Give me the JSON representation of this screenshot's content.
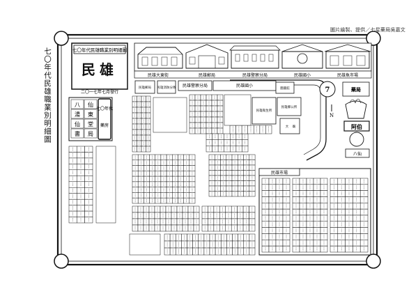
{
  "credit": "圖片繪製、提供／七星藥局吳嘉文",
  "side_title": "七〇年代民雄職業別明細圖",
  "title_block": {
    "banner": "七〇年代民雄職業別明細圖",
    "place": "民雄",
    "issued": "二〇一七年七月發行",
    "stamp_era": "七〇年代",
    "stamp_shop": "藥房"
  },
  "buildings": [
    {
      "label": "民雄大東街"
    },
    {
      "label": "民雄郵局"
    },
    {
      "label": "民雄警察分局"
    },
    {
      "label": "民雄國小"
    },
    {
      "label": "民雄魚市場"
    }
  ],
  "map_labels": {
    "post_office": "民雄郵局",
    "fire_dept": "民雄消防分隊",
    "police": "民雄警察分局",
    "school": "民雄國小",
    "library": "圖書館",
    "health": "民雄衛生所",
    "township_office": "民雄鄉公所",
    "theater": "大",
    "temple": "廟",
    "market": "民雄市場",
    "north": "N"
  },
  "legend_left": [
    "八",
    "仙",
    "湯",
    "東",
    "仙",
    "堂",
    "書",
    "局"
  ],
  "ads": {
    "ad1": "藥局",
    "ad2": "阿伯",
    "ad3": "八仙"
  }
}
